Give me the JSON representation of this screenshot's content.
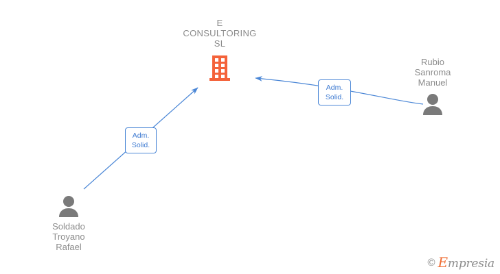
{
  "diagram": {
    "type": "corporate-relationship-graph",
    "background_color": "#ffffff",
    "company": {
      "name": "E CONSULTORING SL",
      "name_lines": "E\nCONSULTORING\nSL",
      "icon": "building-icon",
      "icon_color": "#f4623a",
      "label_color": "#8c8c8c"
    },
    "persons": [
      {
        "id": "soldado-troyano-rafael",
        "name": "Soldado Troyano Rafael",
        "name_lines": "Soldado\nTroyano\nRafael",
        "icon": "person-icon",
        "icon_color": "#7a7a7a",
        "label_color": "#8c8c8c",
        "label_position": "below"
      },
      {
        "id": "rubio-sanroma-manuel",
        "name": "Rubio Sanroma Manuel",
        "name_lines": "Rubio\nSanroma\nManuel",
        "icon": "person-icon",
        "icon_color": "#7a7a7a",
        "label_color": "#8c8c8c",
        "label_position": "above"
      }
    ],
    "relations": [
      {
        "id": "relation-soldado-troyano-rafael",
        "from": "soldado-troyano-rafael",
        "to": "E CONSULTORING SL",
        "role": "Adm. Solid.",
        "role_lines": "Adm.\nSolid.",
        "edge_color": "#4a86d6",
        "arrow_direction": "up-right"
      },
      {
        "id": "relation-rubio-sanroma-manuel",
        "from": "rubio-sanroma-manuel",
        "to": "E CONSULTORING SL",
        "role": "Adm. Solid.",
        "role_lines": "Adm.\nSolid.",
        "edge_color": "#4a86d6",
        "arrow_direction": "left"
      }
    ]
  },
  "watermark": {
    "copyright": "©",
    "brand_initial": "E",
    "brand_rest": "mpresia",
    "brand_color": "#ef6c33",
    "text_color": "#8c8c8c"
  }
}
